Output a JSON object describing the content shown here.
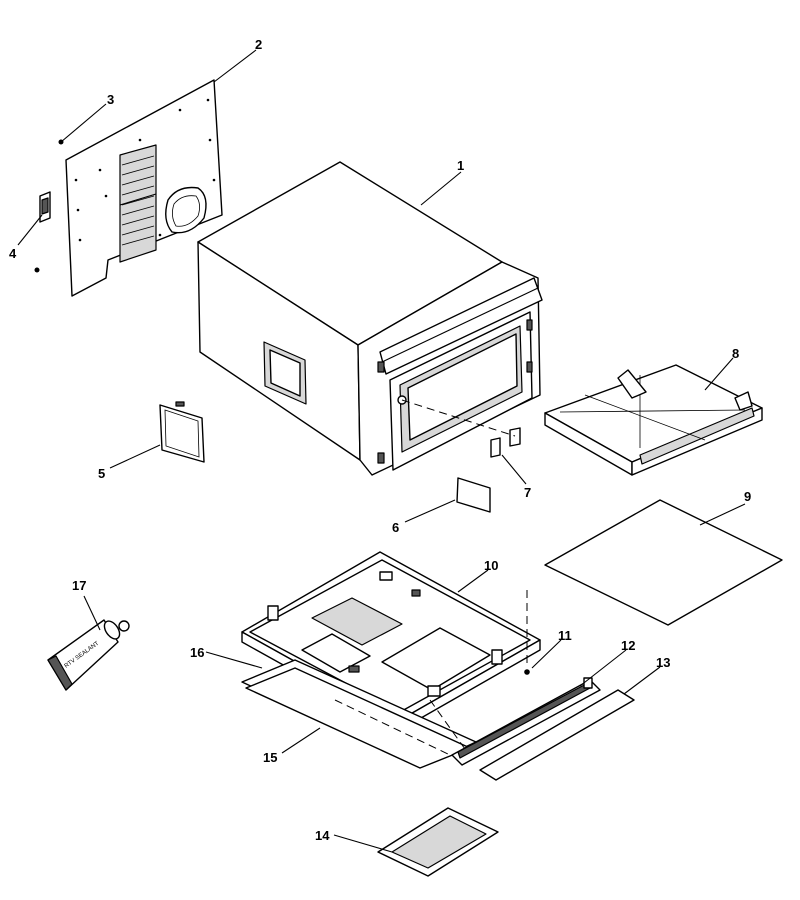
{
  "callouts": [
    {
      "id": "1",
      "text": "1"
    },
    {
      "id": "2",
      "text": "2"
    },
    {
      "id": "3",
      "text": "3"
    },
    {
      "id": "4",
      "text": "4"
    },
    {
      "id": "5",
      "text": "5"
    },
    {
      "id": "6",
      "text": "6"
    },
    {
      "id": "7",
      "text": "7"
    },
    {
      "id": "8",
      "text": "8"
    },
    {
      "id": "9",
      "text": "9"
    },
    {
      "id": "10",
      "text": "10"
    },
    {
      "id": "11",
      "text": "11"
    },
    {
      "id": "12",
      "text": "12"
    },
    {
      "id": "13",
      "text": "13"
    },
    {
      "id": "14",
      "text": "14"
    },
    {
      "id": "15",
      "text": "15"
    },
    {
      "id": "16",
      "text": "16"
    },
    {
      "id": "17",
      "text": "17"
    }
  ],
  "tube_label": "RTV SEALANT",
  "colors": {
    "line": "#000000",
    "background": "#ffffff",
    "shade": "#d8d8d8"
  }
}
